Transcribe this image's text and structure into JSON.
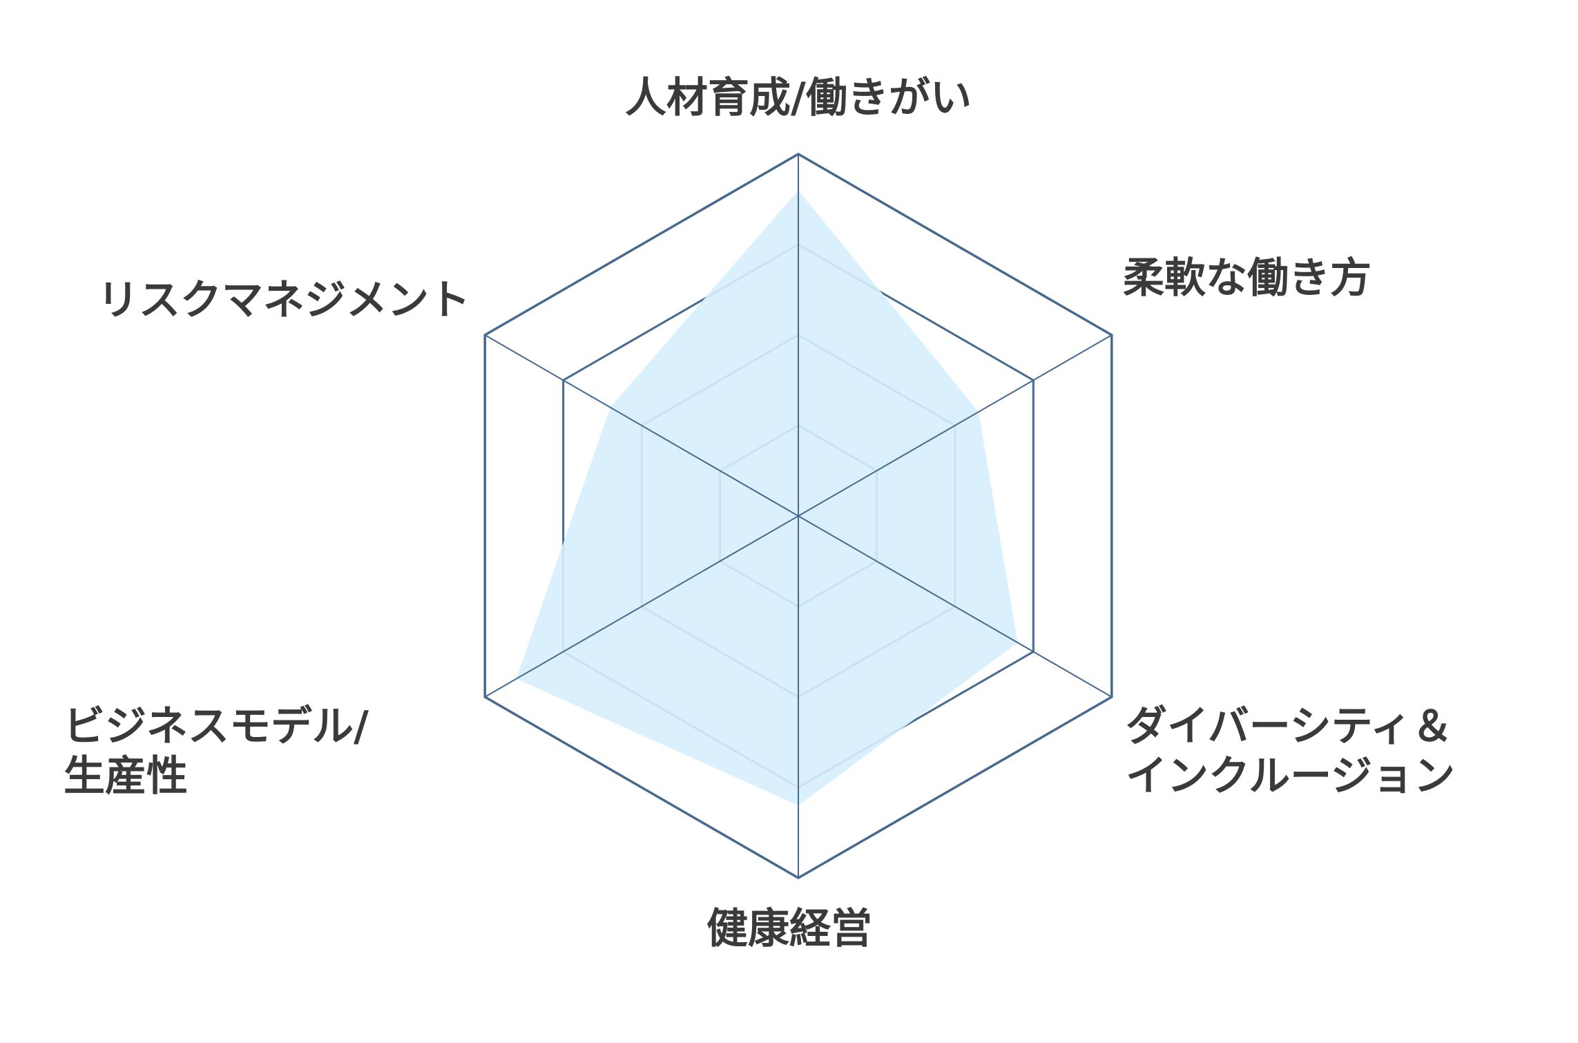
{
  "chart_data": {
    "type": "radar",
    "title": "",
    "axes": [
      "人材育成/働きがい",
      "柔軟な働き方",
      "ダイバーシティ＆インクルージョン",
      "健康経営",
      "ビジネスモデル/生産性",
      "リスクマネジメント"
    ],
    "axis_label_lines": [
      [
        "人材育成/働きがい"
      ],
      [
        "柔軟な働き方"
      ],
      [
        "ダイバーシティ＆",
        "インクルージョン"
      ],
      [
        "健康経営"
      ],
      [
        "ビジネスモデル/",
        "生産性"
      ],
      [
        "リスクマネジメント"
      ]
    ],
    "rmax": 4,
    "rings": [
      1,
      2,
      3,
      4
    ],
    "series": [
      {
        "name": "",
        "values": [
          3.6,
          2.3,
          2.8,
          3.2,
          3.6,
          2.4
        ]
      }
    ],
    "colors": {
      "grid": "#46698f",
      "fill": "#d6f0fd",
      "text": "#3a3a3a"
    }
  }
}
